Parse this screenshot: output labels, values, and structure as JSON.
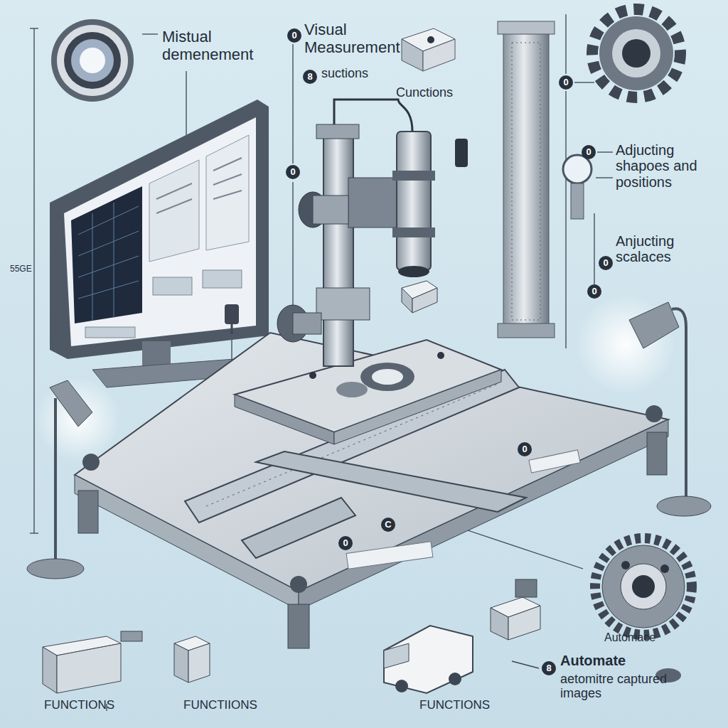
{
  "diagram": {
    "labels": [
      "Mistual demenement",
      "0",
      "Visual Measurement",
      "8",
      "suctions",
      "Cunctions",
      "0",
      "0",
      "0",
      "Adjucting shapoes and positions",
      "Anjucting scalaces",
      "0",
      "0",
      "55GE",
      "0",
      "0",
      "C",
      "FUNCTIONS",
      "FUNCTIIONS",
      "FUNCTIONS",
      "Automace",
      "8",
      "Automate",
      "aetomitre captured images"
    ]
  }
}
